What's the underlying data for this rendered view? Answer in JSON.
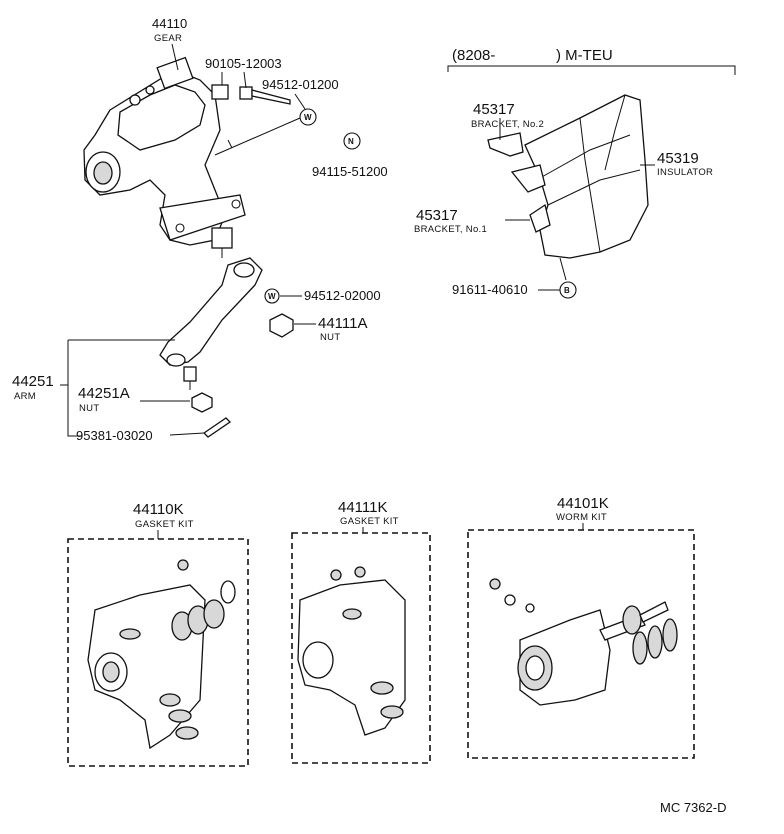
{
  "parts": {
    "gear": {
      "number": "44110",
      "name": "GEAR"
    },
    "bolt": {
      "number": "90105-12003"
    },
    "washer1": {
      "number": "94512-01200",
      "code": "W"
    },
    "nut_n": {
      "number": "94115-51200",
      "code": "N"
    },
    "washer2": {
      "number": "94512-02000",
      "code": "W"
    },
    "nut": {
      "number": "44111A",
      "name": "NUT"
    },
    "arm": {
      "number": "44251",
      "name": "ARM"
    },
    "arm_nut": {
      "number": "44251A",
      "name": "NUT"
    },
    "cotter": {
      "number": "95381-03020"
    },
    "bracket2": {
      "number": "45317",
      "name": "BRACKET, No.2"
    },
    "bracket1": {
      "number": "45317",
      "name": "BRACKET, No.1"
    },
    "insulator": {
      "number": "45319",
      "name": "INSULATOR"
    },
    "bolt_b": {
      "number": "91611-40610",
      "code": "B"
    }
  },
  "applicability": {
    "left": "(8208-",
    "right": ") M-TEU"
  },
  "kits": [
    {
      "number": "44110K",
      "name": "GASKET KIT"
    },
    {
      "number": "44111K",
      "name": "GASKET KIT"
    },
    {
      "number": "44101K",
      "name": "WORM KIT"
    }
  ],
  "footer": {
    "code": "MC 7362-D"
  }
}
